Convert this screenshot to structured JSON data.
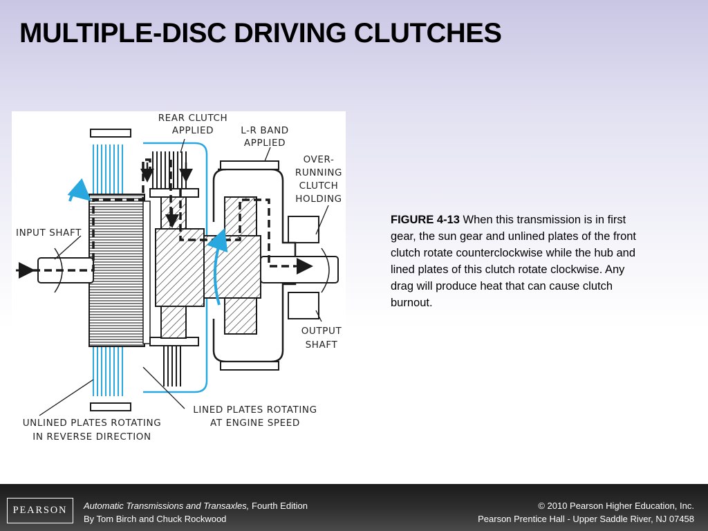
{
  "title": "MULTIPLE-DISC DRIVING CLUTCHES",
  "figure": {
    "labels": {
      "rear_clutch_1": "REAR CLUTCH",
      "rear_clutch_2": "APPLIED",
      "lr_band_1": "L-R BAND",
      "lr_band_2": "APPLIED",
      "overrunning_1": "OVER-",
      "overrunning_2": "RUNNING",
      "overrunning_3": "CLUTCH",
      "overrunning_4": "HOLDING",
      "input_shaft": "INPUT SHAFT",
      "output_shaft_1": "OUTPUT",
      "output_shaft_2": "SHAFT",
      "lined_plates_1": "LINED PLATES ROTATING",
      "lined_plates_2": "AT ENGINE SPEED",
      "unlined_plates_1": "UNLINED PLATES ROTATING",
      "unlined_plates_2": "IN REVERSE DIRECTION"
    },
    "colors": {
      "line": "#1a1a1a",
      "blue": "#29a8e0",
      "hatch": "#2a2a2a"
    }
  },
  "caption": {
    "label": "FIGURE 4-13",
    "text": " When this transmission is in first gear, the sun gear and unlined plates of the front clutch rotate counterclockwise while the hub and lined plates of this clutch rotate clockwise. Any drag will produce heat that can cause clutch burnout."
  },
  "footer": {
    "logo": "PEARSON",
    "book_title": "Automatic Transmissions and Transaxles,",
    "edition": " Fourth Edition",
    "authors": "By Tom Birch and Chuck Rockwood",
    "copyright": "© 2010 Pearson Higher Education, Inc.",
    "publisher": "Pearson Prentice Hall - Upper Saddle River, NJ 07458"
  }
}
